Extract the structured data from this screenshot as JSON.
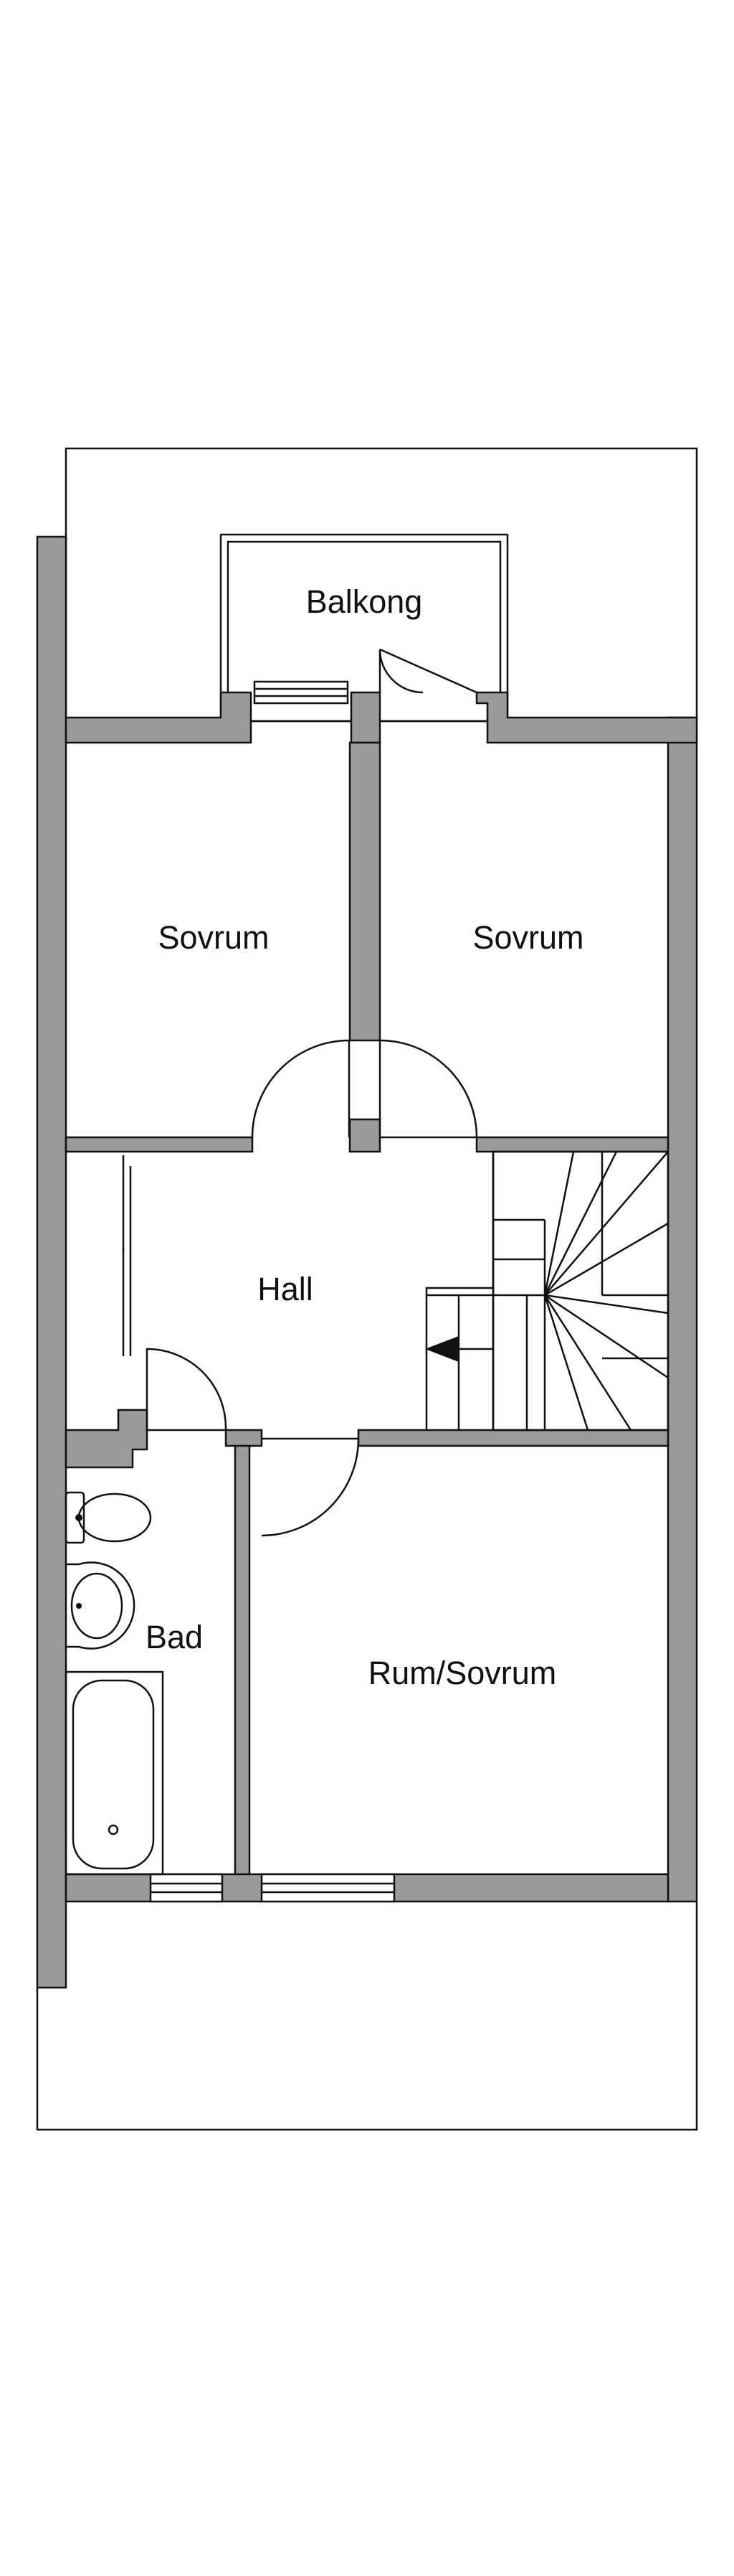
{
  "rooms": {
    "balkong": "Balkong",
    "sovrum_left": "Sovrum",
    "sovrum_right": "Sovrum",
    "hall": "Hall",
    "bad": "Bad",
    "rum_sovrum": "Rum/Sovrum"
  },
  "colors": {
    "wall_fill": "#9b9b9b",
    "line": "#111111",
    "background": "#ffffff"
  }
}
